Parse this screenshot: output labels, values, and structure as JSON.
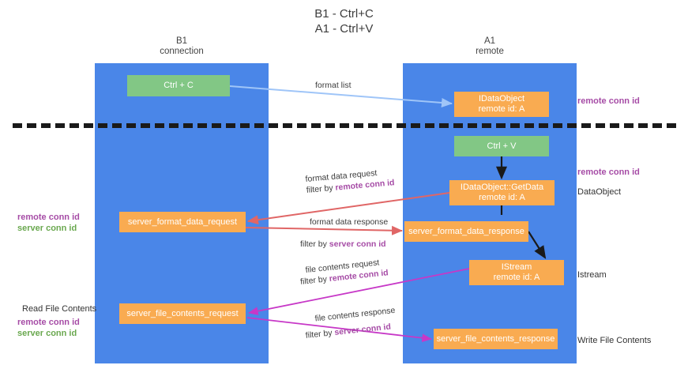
{
  "title": {
    "line1": "B1 - Ctrl+C",
    "line2": "A1 - Ctrl+V"
  },
  "columns": {
    "left": {
      "name": "B1",
      "role": "connection"
    },
    "right": {
      "name": "A1",
      "role": "remote"
    }
  },
  "boxes": {
    "ctrl_c": {
      "label": "Ctrl + C",
      "color": "#82c785"
    },
    "idataobject": {
      "line1": "IDataObject",
      "line2": "remote id: A",
      "color": "#f9ab51"
    },
    "ctrl_v": {
      "label": "Ctrl + V",
      "color": "#82c785"
    },
    "getdata": {
      "line1": "IDataObject::GetData",
      "line2": "remote id: A",
      "color": "#f9ab51"
    },
    "server_format_data_request": {
      "label": "server_format_data_request",
      "color": "#f9ab51"
    },
    "server_format_data_response": {
      "label": "server_format_data_response",
      "color": "#f9ab51"
    },
    "istream": {
      "line1": "IStream",
      "line2": "remote id: A",
      "color": "#f9ab51"
    },
    "server_file_contents_request": {
      "label": "server_file_contents_request",
      "color": "#f9ab51"
    },
    "server_file_contents_response": {
      "label": "server_file_contents_response",
      "color": "#f9ab51"
    }
  },
  "edge_labels": {
    "format_list": "format list",
    "format_data_request": {
      "line1": "format data request",
      "prefix": "filter by ",
      "key": "remote conn id"
    },
    "format_data_response": {
      "line1": "format data response",
      "prefix": "filter by ",
      "key": "server conn id"
    },
    "file_contents_request": {
      "line1": "file contents request",
      "prefix": "filter by ",
      "key": "remote conn id"
    },
    "file_contents_response": {
      "line1": "file contents response",
      "prefix": "filter by ",
      "key": "server conn id"
    }
  },
  "side_labels": {
    "remote_conn_id_top": "remote conn id",
    "remote_conn_id_mid": "remote conn id",
    "dataobject": "DataObject",
    "istream": "Istream",
    "write_file_contents": "Write File Contents",
    "read_file_contents": "Read File Contents",
    "left_remote_conn_id_1": "remote conn id",
    "left_server_conn_id_1": "server conn id",
    "left_remote_conn_id_2": "remote conn id",
    "left_server_conn_id_2": "server conn id"
  },
  "colors": {
    "column": "#4a86e8",
    "box_green": "#82c785",
    "box_orange": "#f9ab51",
    "key_purple": "#a64ca6",
    "key_green": "#6aa84f",
    "arrow_blue": "#9fc5f8",
    "arrow_red": "#e06666",
    "arrow_magenta": "#c738c7",
    "arrow_dark": "#1a1a1a",
    "divider": "#1a1a1a"
  }
}
